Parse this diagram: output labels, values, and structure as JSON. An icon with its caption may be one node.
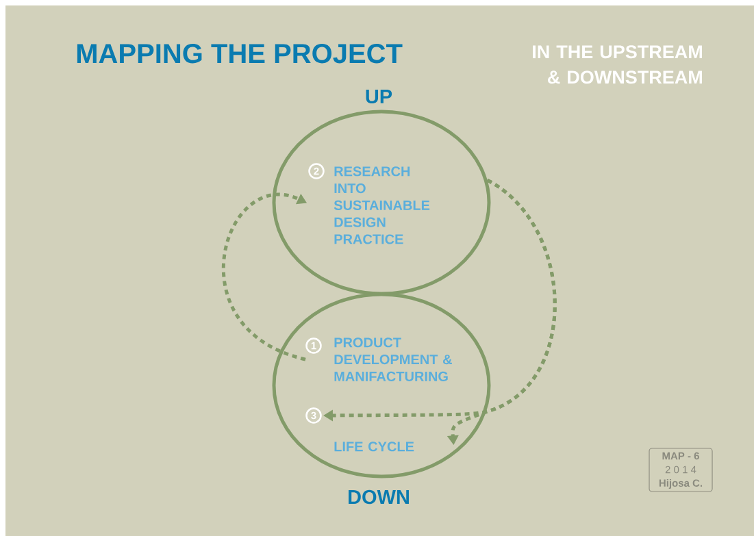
{
  "diagram": {
    "title": "MAPPING THE PROJECT",
    "nodes": [
      {
        "text": [],
        "shape": "circle"
      },
      {
        "text": [
          "2",
          "RESEARCH INTO SUSTAINABLE DESIGN PRACTICE"
        ],
        "in": 0
      },
      {
        "text": [],
        "shape": "circle"
      },
      {
        "text": [
          "1",
          "PRODUCT DEVELOPMENT & MANIFACTURING"
        ],
        "in": 2
      },
      {
        "text": [
          "3"
        ],
        "in": 2
      },
      {
        "text": [
          "LIFE CYCLE"
        ],
        "in": 2
      }
    ],
    "edges": [
      {
        "from": 3,
        "to": 1,
        "arrow": "to",
        "style": "dashed"
      },
      {
        "from": 0,
        "to": 4,
        "arrow": "to",
        "style": "dashed"
      },
      {
        "from": 0,
        "to": 5,
        "arrow": "to",
        "style": "dashed"
      }
    ],
    "labels": [
      "IN THE UPSTREAM & DOWNSTREAM",
      "UP",
      "DOWN",
      "MAP - 6",
      "2 0 1 4",
      "Hijosa C."
    ]
  }
}
